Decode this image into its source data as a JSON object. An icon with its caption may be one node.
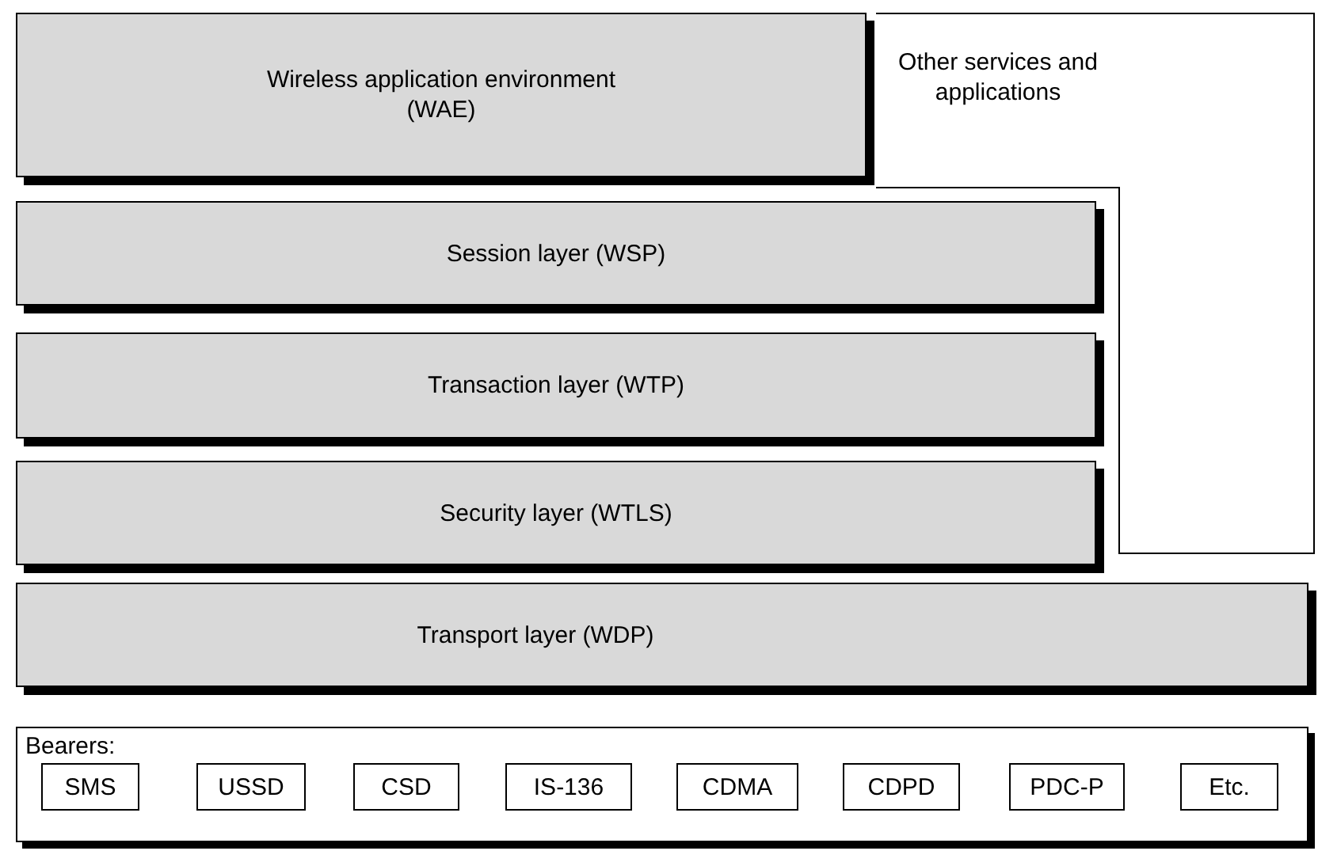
{
  "diagram": {
    "nodes": [
      {
        "text": [
          "Wireless application environment (WAE)"
        ]
      },
      {
        "text": [
          "Other services and applications"
        ]
      },
      {
        "text": [
          "Session layer (WSP)"
        ]
      },
      {
        "text": [
          "Transaction layer (WTP)"
        ]
      },
      {
        "text": [
          "Security layer (WTLS)"
        ]
      },
      {
        "text": [
          "Transport layer (WDP)"
        ]
      },
      {
        "text": [
          "Bearers:"
        ]
      },
      {
        "text": [
          "SMS"
        ],
        "in": 6
      },
      {
        "text": [
          "USSD"
        ],
        "in": 6
      },
      {
        "text": [
          "CSD"
        ],
        "in": 6
      },
      {
        "text": [
          "IS-136"
        ],
        "in": 6
      },
      {
        "text": [
          "CDMA"
        ],
        "in": 6
      },
      {
        "text": [
          "CDPD"
        ],
        "in": 6
      },
      {
        "text": [
          "PDC-P"
        ],
        "in": 6
      },
      {
        "text": [
          "Etc."
        ],
        "in": 6
      }
    ]
  }
}
